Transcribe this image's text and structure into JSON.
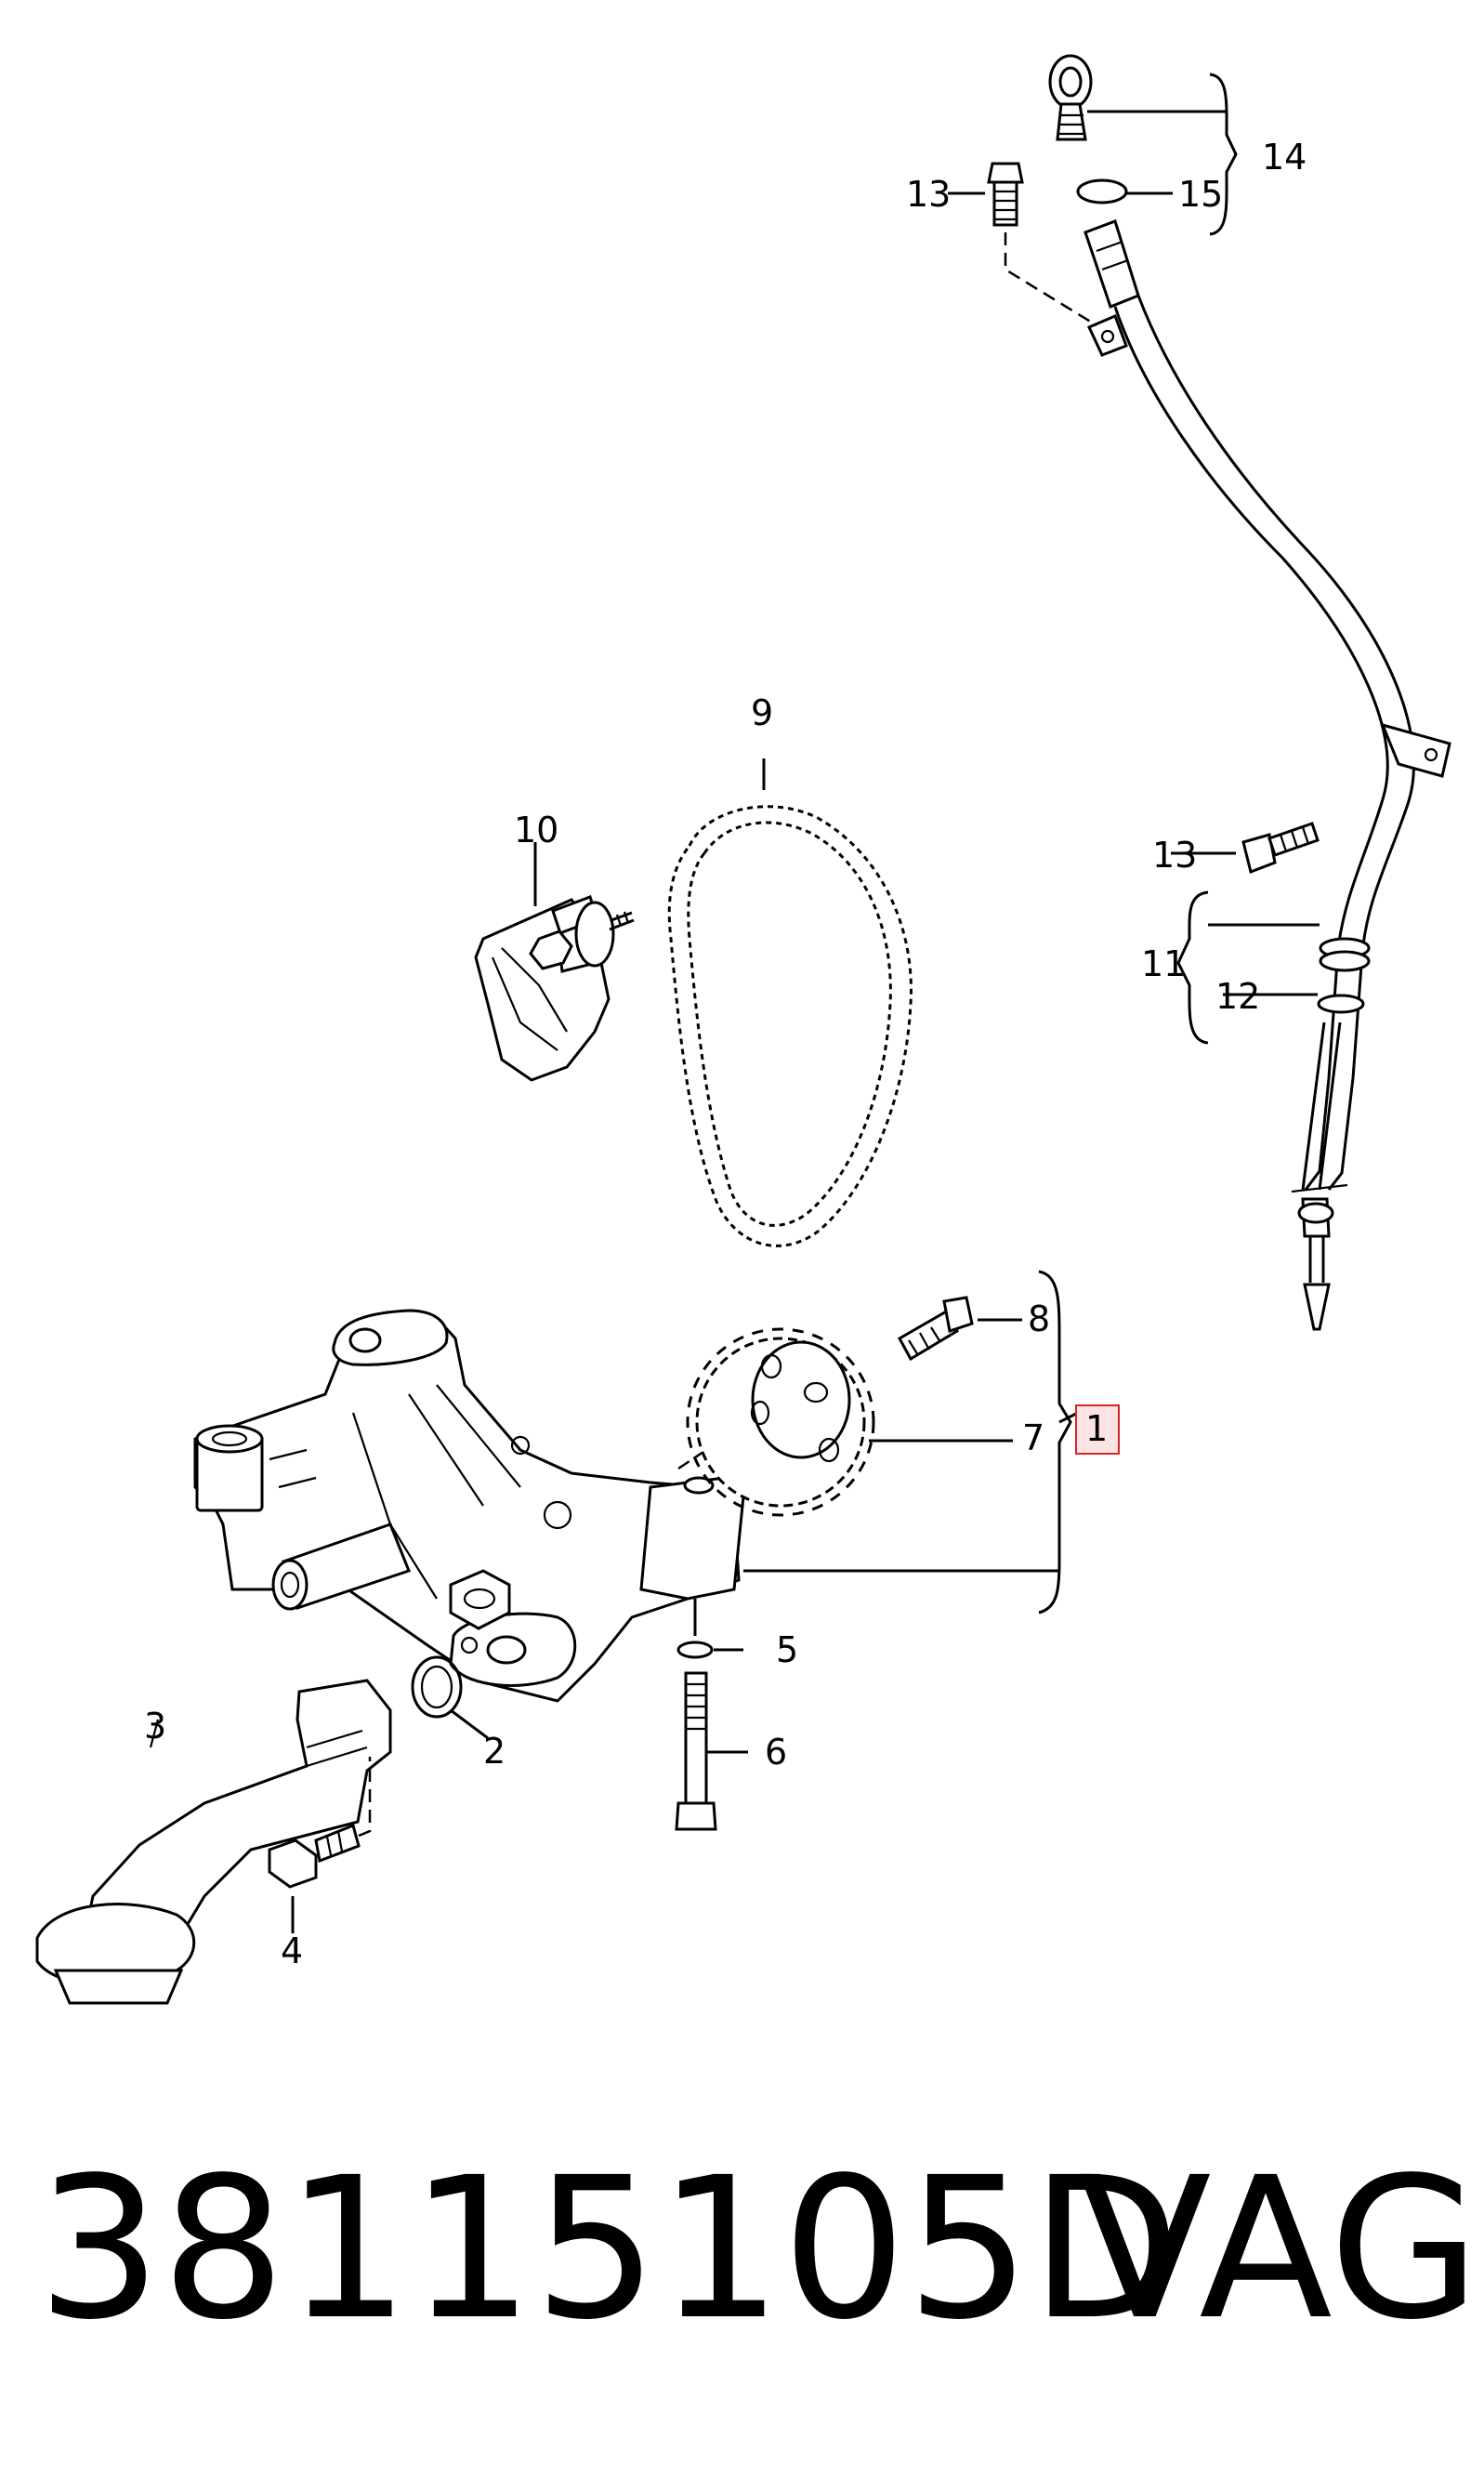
{
  "callouts": {
    "c1": "1",
    "c2": "2",
    "c3": "3",
    "c4": "4",
    "c5": "5",
    "c6": "6",
    "c7": "7",
    "c8": "8",
    "c9": "9",
    "c10": "10",
    "c11": "11",
    "c12": "12",
    "c13_top": "13",
    "c13_mid": "13",
    "c14": "14",
    "c15": "15"
  },
  "caption": {
    "part_number": "38115105D",
    "brand": "VAG"
  },
  "colors": {
    "highlight_border": "#d62728",
    "highlight_fill": "#fde4e4"
  }
}
